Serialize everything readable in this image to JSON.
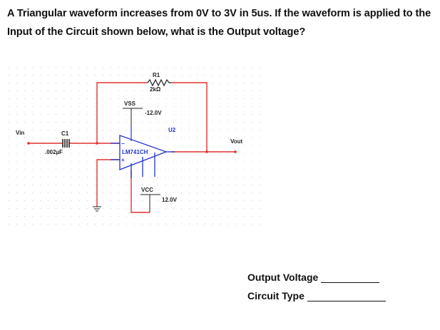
{
  "question": "A Triangular waveform increases from 0V to 3V in 5us.  If the waveform is applied to the Input of the Circuit shown below, what is the Output voltage?",
  "circuit": {
    "input_label": "Vin",
    "output_label": "Vout",
    "capacitor": {
      "name": "C1",
      "value": ".002µF"
    },
    "resistor": {
      "name": "R1",
      "value": "2kΩ"
    },
    "opamp": {
      "ref": "U2",
      "model": "LM741CH",
      "minus": "−",
      "plus": "+"
    },
    "vss": {
      "name": "VSS",
      "value": "-12.0V"
    },
    "vcc": {
      "name": "VCC",
      "value": "12.0V"
    },
    "colors": {
      "wire": "#e03030",
      "component": "#2233cc",
      "grid": "#cccccc"
    }
  },
  "answers": {
    "output_voltage_label": "Output Voltage",
    "circuit_type_label": "Circuit Type"
  }
}
